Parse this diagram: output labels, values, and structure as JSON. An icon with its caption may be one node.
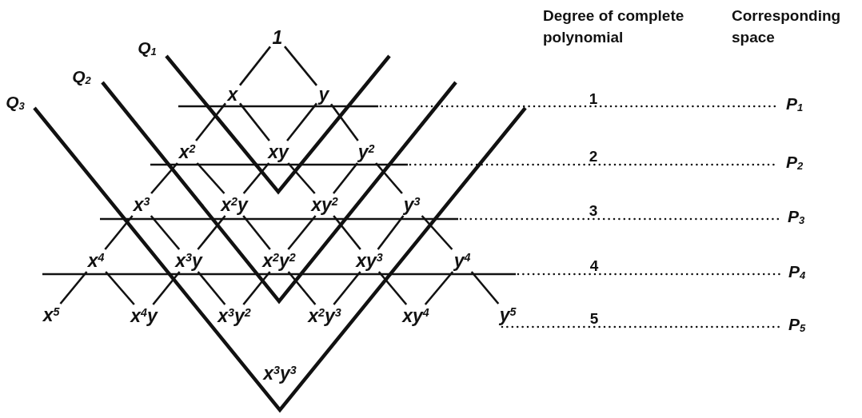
{
  "diagram": {
    "nodes": [
      {
        "text": [
          "1"
        ]
      },
      {
        "text": [
          "x"
        ]
      },
      {
        "text": [
          "y"
        ]
      },
      {
        "text": [
          "x$^{2}$"
        ]
      },
      {
        "text": [
          "xy"
        ]
      },
      {
        "text": [
          "y$^{2}$"
        ]
      },
      {
        "text": [
          "x$^{3}$"
        ]
      },
      {
        "text": [
          "x$^{2}$y"
        ]
      },
      {
        "text": [
          "xy$^{2}$"
        ]
      },
      {
        "text": [
          "y$^{3}$"
        ]
      },
      {
        "text": [
          "x$^{4}$"
        ]
      },
      {
        "text": [
          "x$^{3}$y"
        ]
      },
      {
        "text": [
          "x$^{2}$y$^{2}$"
        ]
      },
      {
        "text": [
          "xy$^{3}$"
        ]
      },
      {
        "text": [
          "y$^{4}$"
        ]
      },
      {
        "text": [
          "x$^{5}$"
        ]
      },
      {
        "text": [
          "x$^{4}$y"
        ]
      },
      {
        "text": [
          "x$^{3}$y$^{2}$"
        ]
      },
      {
        "text": [
          "x$^{2}$y$^{3}$"
        ]
      },
      {
        "text": [
          "xy$^{4}$"
        ]
      },
      {
        "text": [
          "y$^{5}$"
        ]
      },
      {
        "text": [
          "x$^{3}$y$^{3}$"
        ]
      }
    ],
    "edges": [
      {
        "from": 0,
        "to": 1,
        "arrow": "none"
      },
      {
        "from": 0,
        "to": 2,
        "arrow": "none"
      },
      {
        "from": 1,
        "to": 3,
        "arrow": "none"
      },
      {
        "from": 1,
        "to": 4,
        "arrow": "none"
      },
      {
        "from": 2,
        "to": 4,
        "arrow": "none"
      },
      {
        "from": 2,
        "to": 5,
        "arrow": "none"
      },
      {
        "from": 3,
        "to": 6,
        "arrow": "none"
      },
      {
        "from": 3,
        "to": 7,
        "arrow": "none"
      },
      {
        "from": 4,
        "to": 7,
        "arrow": "none"
      },
      {
        "from": 4,
        "to": 8,
        "arrow": "none"
      },
      {
        "from": 5,
        "to": 8,
        "arrow": "none"
      },
      {
        "from": 5,
        "to": 9,
        "arrow": "none"
      },
      {
        "from": 6,
        "to": 10,
        "arrow": "none"
      },
      {
        "from": 6,
        "to": 11,
        "arrow": "none"
      },
      {
        "from": 7,
        "to": 11,
        "arrow": "none"
      },
      {
        "from": 7,
        "to": 12,
        "arrow": "none"
      },
      {
        "from": 8,
        "to": 12,
        "arrow": "none"
      },
      {
        "from": 8,
        "to": 13,
        "arrow": "none"
      },
      {
        "from": 9,
        "to": 13,
        "arrow": "none"
      },
      {
        "from": 9,
        "to": 14,
        "arrow": "none"
      },
      {
        "from": 10,
        "to": 15,
        "arrow": "none"
      },
      {
        "from": 10,
        "to": 16,
        "arrow": "none"
      },
      {
        "from": 11,
        "to": 16,
        "arrow": "none"
      },
      {
        "from": 11,
        "to": 17,
        "arrow": "none"
      },
      {
        "from": 12,
        "to": 17,
        "arrow": "none"
      },
      {
        "from": 12,
        "to": 18,
        "arrow": "none"
      },
      {
        "from": 13,
        "to": 18,
        "arrow": "none"
      },
      {
        "from": 13,
        "to": 19,
        "arrow": "none"
      },
      {
        "from": 14,
        "to": 19,
        "arrow": "none"
      },
      {
        "from": 14,
        "to": 20,
        "arrow": "none"
      }
    ],
    "labels": [
      "Degree of complete polynomial",
      "Corresponding space",
      "Q$_{1}$",
      "Q$_{2}$",
      "Q$_{3}$",
      "1",
      "P$_{1}$",
      "2",
      "P$_{2}$",
      "3",
      "P$_{3}$",
      "4",
      "P$_{4}$",
      "5",
      "P$_{5}$"
    ]
  }
}
